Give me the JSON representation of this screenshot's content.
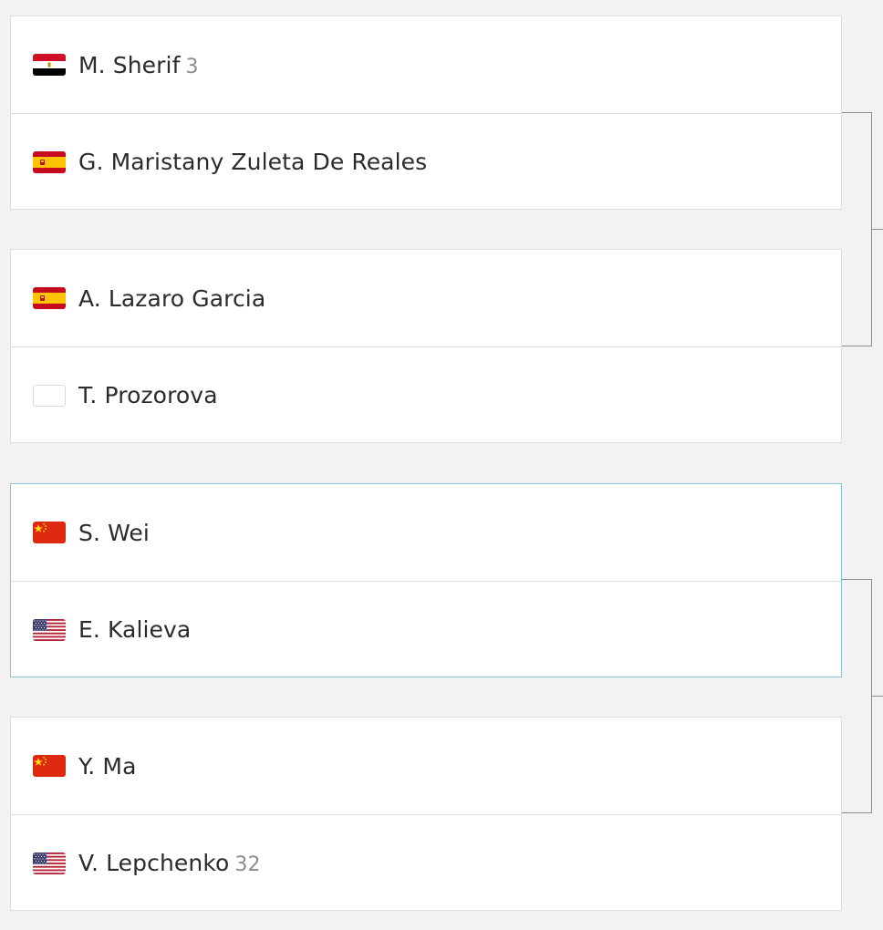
{
  "colors": {
    "background": "#f2f2f2",
    "card": "#ffffff",
    "border": "#dedede",
    "selected_border": "#8cc4de",
    "connector": "#8a8a8a",
    "seed": "#8c8c8c"
  },
  "matches": [
    {
      "player1": {
        "name": "M. Sherif",
        "seed": "3",
        "flag": "egypt-flag-icon"
      },
      "player2": {
        "name": "G. Maristany Zuleta De Reales",
        "seed": "",
        "flag": "spain-flag-icon"
      }
    },
    {
      "player1": {
        "name": "A. Lazaro Garcia",
        "seed": "",
        "flag": "spain-flag-icon"
      },
      "player2": {
        "name": "T. Prozorova",
        "seed": "",
        "flag": "blank-flag-icon"
      }
    },
    {
      "player1": {
        "name": "S. Wei",
        "seed": "",
        "flag": "china-flag-icon"
      },
      "player2": {
        "name": "E. Kalieva",
        "seed": "",
        "flag": "usa-flag-icon"
      }
    },
    {
      "player1": {
        "name": "Y. Ma",
        "seed": "",
        "flag": "china-flag-icon"
      },
      "player2": {
        "name": "V. Lepchenko",
        "seed": "32",
        "flag": "usa-flag-icon"
      }
    }
  ]
}
